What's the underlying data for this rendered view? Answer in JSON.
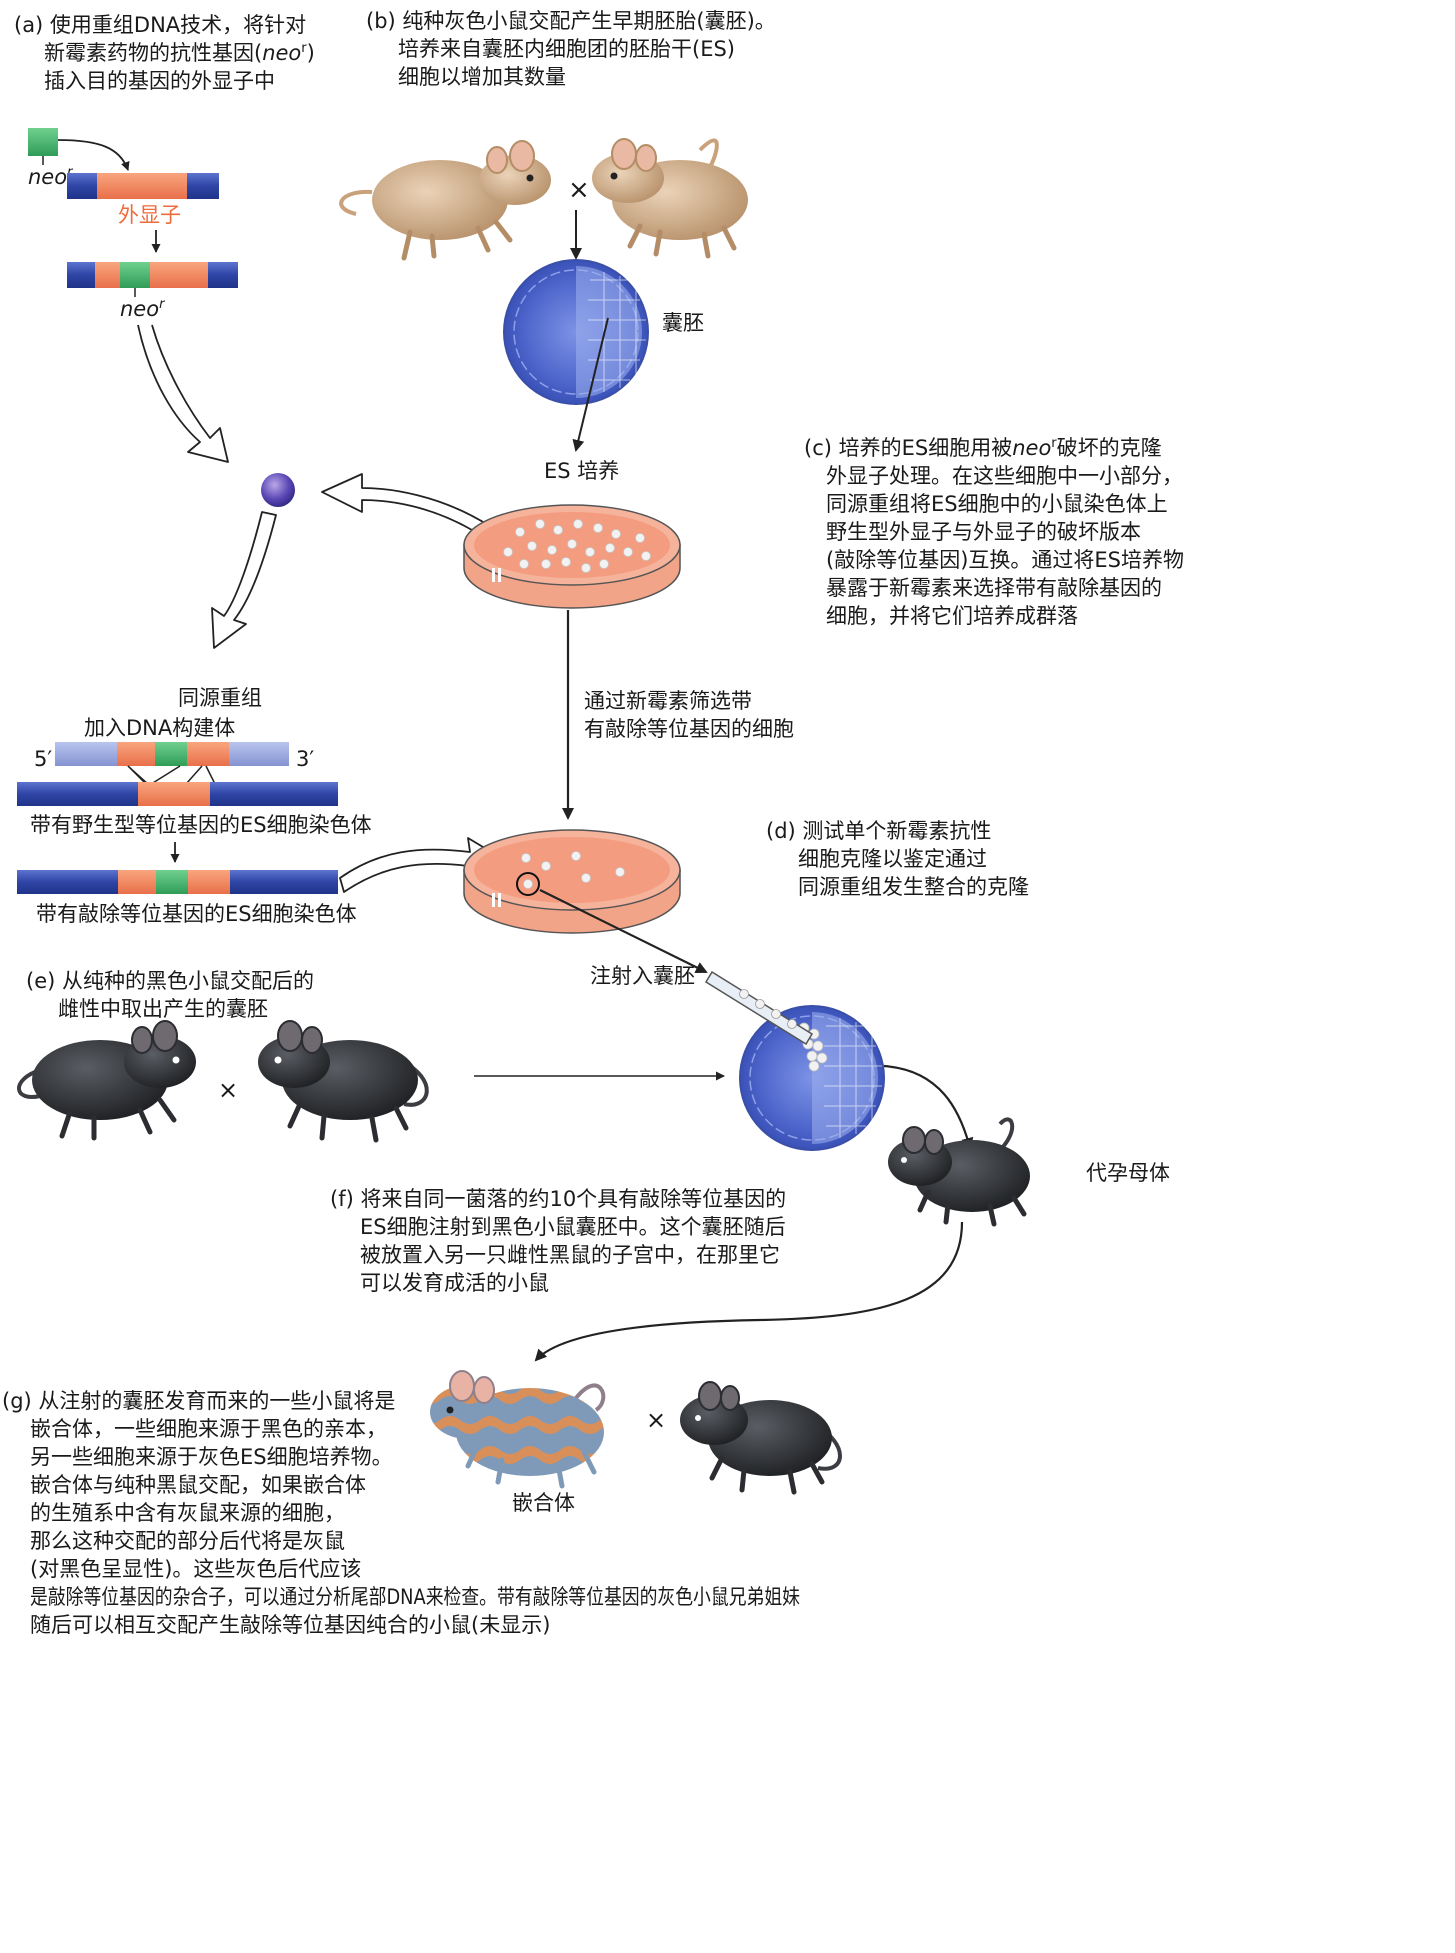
{
  "panels": {
    "a": {
      "lines": [
        "(a) 使用重组DNA技术，将针对",
        "新霉素药物的抗性基因(",
        "插入目的基因的外显子中"
      ],
      "neo": "neo",
      "sup_r": "r",
      "close_paren": ")"
    },
    "b": {
      "lines": [
        "(b)  纯种灰色小鼠交配产生早期胚胎(囊胚)。",
        "培养来自囊胚内细胞团的胚胎干(ES)",
        "细胞以增加其数量"
      ]
    },
    "c": {
      "lines": [
        "(c) 培养的ES细胞用被",
        "破坏的克隆",
        "外显子处理。在这些细胞中一小部分，",
        "同源重组将ES细胞中的小鼠染色体上",
        "野生型外显子与外显子的破坏版本",
        "(敲除等位基因)互换。通过将ES培养物",
        "暴露于新霉素来选择带有敲除基因的",
        "细胞，并将它们培养成群落"
      ]
    },
    "d": {
      "lines": [
        "(d)  测试单个新霉素抗性",
        "细胞克隆以鉴定通过",
        "同源重组发生整合的克隆"
      ]
    },
    "e": {
      "lines": [
        "(e)  从纯种的黑色小鼠交配后的",
        "雌性中取出产生的囊胚"
      ]
    },
    "f": {
      "lines": [
        "(f)  将来自同一菌落的约10个具有敲除等位基因的",
        "ES细胞注射到黑色小鼠囊胚中。这个囊胚随后",
        "被放置入另一只雌性黑鼠的子宫中，在那里它",
        "可以发育成活的小鼠"
      ]
    },
    "g": {
      "lines": [
        "(g)  从注射的囊胚发育而来的一些小鼠将是",
        "嵌合体，一些细胞来源于黑色的亲本，",
        "另一些细胞来源于灰色ES细胞培养物。",
        "嵌合体与纯种黑鼠交配，如果嵌合体",
        "的生殖系中含有灰鼠来源的细胞，",
        "那么这种交配的部分后代将是灰鼠",
        "(对黑色呈显性)。这些灰色后代应该",
        "是敲除等位基因的杂合子，可以通过分析尾部DNA来检查。带有敲除等位基因的灰色小鼠兄弟姐妹",
        "随后可以相互交配产生敲除等位基因纯合的小鼠(未显示)"
      ]
    }
  },
  "labels": {
    "exon": "外显子",
    "neo": "neo",
    "sup_r": "r",
    "blastocyst": "囊胚",
    "es_culture": "ES 培养",
    "cross": "×",
    "homologous_recombination": "同源重组",
    "add_dna_construct": "加入DNA构建体",
    "five_prime": "5′",
    "three_prime": "3′",
    "wt_chromosome": "带有野生型等位基因的ES细胞染色体",
    "ko_chromosome": "带有敲除等位基因的ES细胞染色体",
    "neo_selection": [
      "通过新霉素筛选带",
      "有敲除等位基因的细胞"
    ],
    "inject_blastocyst": "注射入囊胚",
    "surrogate_mother": "代孕母体",
    "chimera": "嵌合体"
  },
  "colors": {
    "dna_blue": "#3a4fa8",
    "dna_light_blue": "#8f9fd6",
    "exon_orange": "#f08a5d",
    "neo_green": "#3cb36a",
    "exon_label": "#ee6b3b",
    "blastocyst": "#5a76d6",
    "dish_medium": "#f2a488",
    "gray_mouse": "#caa683",
    "black_mouse": "#2b2d31",
    "arrow": "#222222"
  }
}
